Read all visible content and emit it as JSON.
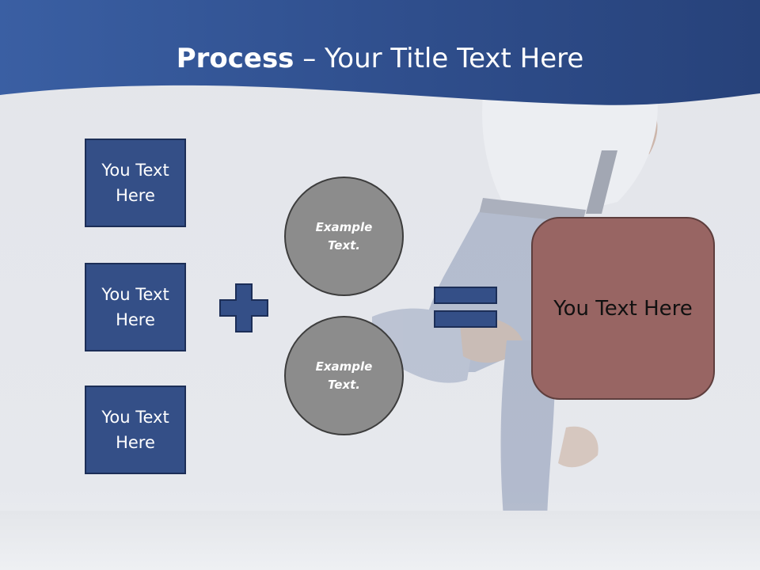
{
  "colors": {
    "header_blue": "#2f4e8c",
    "box_fill": "#344f87",
    "circle_fill": "#8c8c8c",
    "result_fill": "#986563"
  },
  "title": {
    "bold": "Process",
    "rest": " – Your Title Text Here"
  },
  "left_boxes": [
    {
      "label": "You Text Here"
    },
    {
      "label": "You Text Here"
    },
    {
      "label": "You Text Here"
    }
  ],
  "plus_icon": "plus-icon",
  "circles": [
    {
      "label": "Example Text."
    },
    {
      "label": "Example Text."
    }
  ],
  "equals_icon": "equals-icon",
  "result": {
    "label": "You Text Here"
  }
}
